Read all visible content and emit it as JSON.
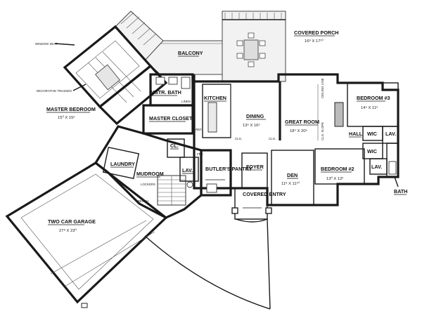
{
  "rooms": {
    "covered_porch": {
      "name": "COVERED PORCH",
      "dims": "16⁸ X 17¹⁰"
    },
    "balcony": {
      "name": "BALCONY"
    },
    "kitchen": {
      "name": "KITCHEN"
    },
    "dining": {
      "name": "DINING",
      "dims": "13⁶ X 16⁶"
    },
    "great_room": {
      "name": "GREAT ROOM",
      "dims": "18⁴ X 20⁶"
    },
    "bedroom3": {
      "name": "BEDROOM #3",
      "dims": "14⁴ X 11⁶"
    },
    "master_bath": {
      "name": "MSTR. BATH"
    },
    "master_closet": {
      "name": "MASTER CLOSET"
    },
    "master_bedroom": {
      "name": "MASTER BEDROOM",
      "dims": "15⁰ X 15⁶"
    },
    "hall": {
      "name": "HALL"
    },
    "wic1": {
      "name": "WIC"
    },
    "wic2": {
      "name": "WIC"
    },
    "lav1": {
      "name": "LAV."
    },
    "lav2": {
      "name": "LAV."
    },
    "lav3": {
      "name": "LAV."
    },
    "laundry": {
      "name": "LAUNDRY"
    },
    "mudroom": {
      "name": "MUDROOM"
    },
    "cl": {
      "name": "CL."
    },
    "butlers_pantry": {
      "name": "BUTLER'S PANTRY"
    },
    "foyer": {
      "name": "FOYER"
    },
    "den": {
      "name": "DEN",
      "dims": "11⁸ X 11¹⁰"
    },
    "bedroom2": {
      "name": "BEDROOM #2",
      "dims": "13⁰ X 12²"
    },
    "bath": {
      "name": "BATH"
    },
    "covered_entry": {
      "name": "COVERED ENTRY"
    },
    "garage": {
      "name": "TWO CAR GARAGE",
      "dims": "27⁸ X 23⁰"
    }
  },
  "notes": {
    "window_seat": "WINDOW SEAT",
    "decorative_trusses": "DECORATIVE TRUSSES",
    "linen": "LINEN",
    "ceiling_line": "CEILING LINE",
    "clg_slope": "CLG. SLOPE",
    "clg1": "CLG.",
    "clg2": "CLG.",
    "frz": "FRZ.",
    "bench": "BENCH",
    "lockers": "LOCKERS",
    "ref": "REF."
  }
}
